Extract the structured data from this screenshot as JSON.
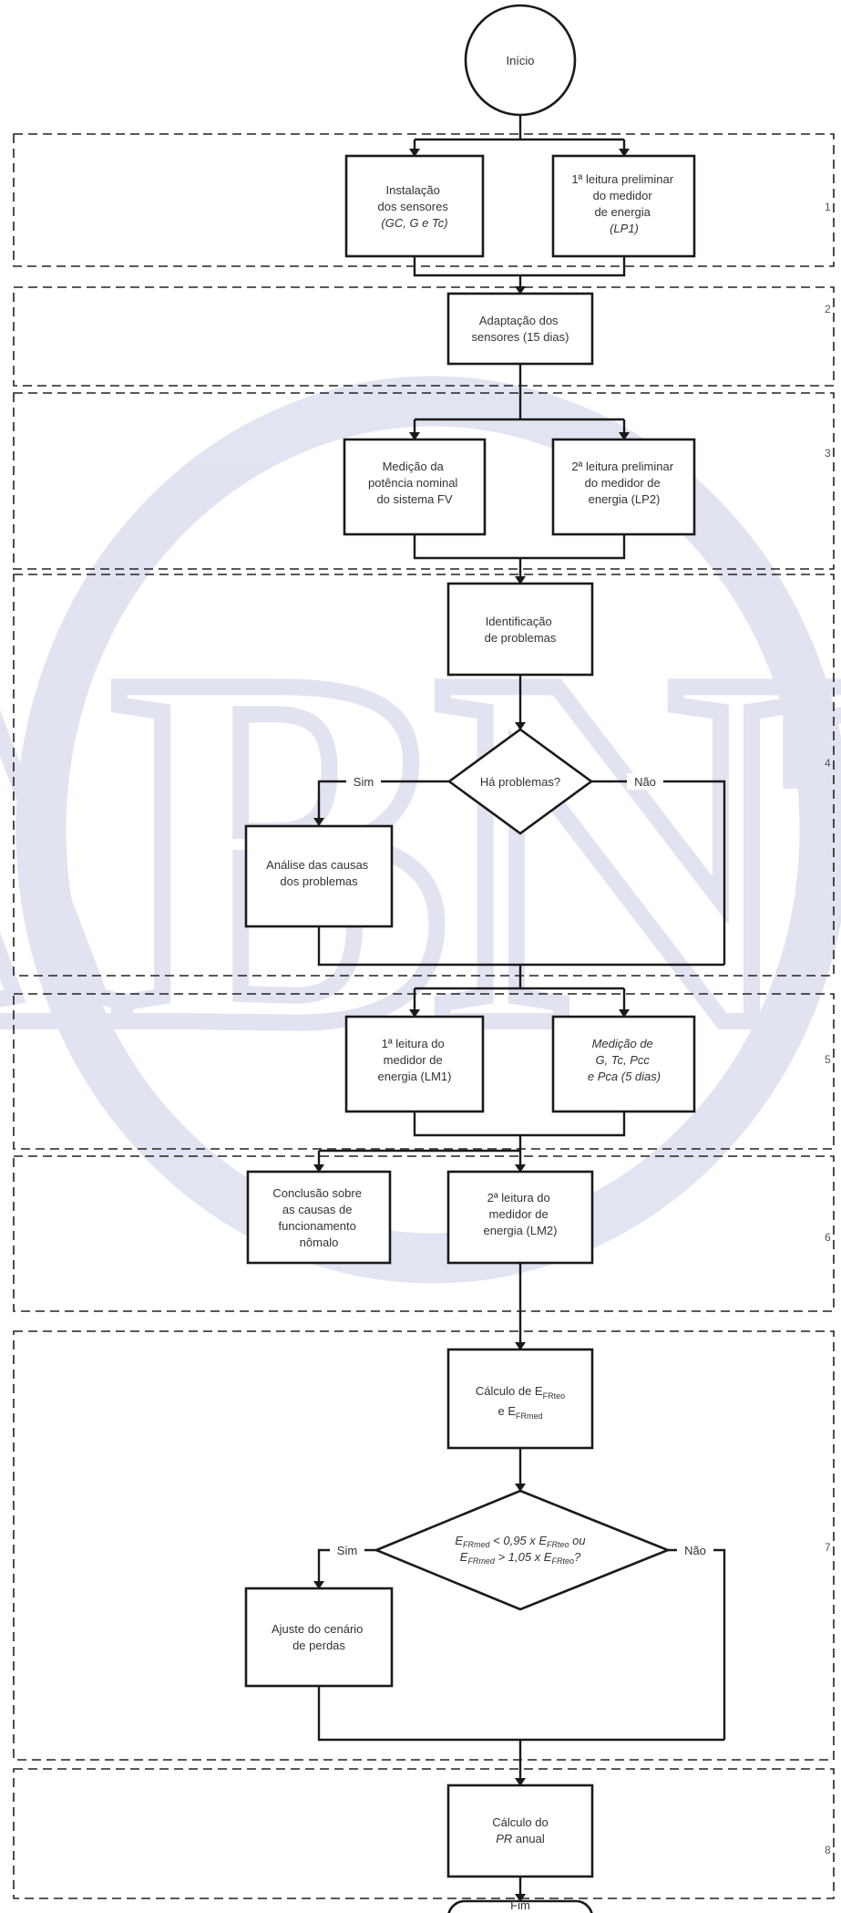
{
  "watermark": {
    "text": "ABNT",
    "color": "#c9cde6"
  },
  "stages": [
    "1",
    "2",
    "3",
    "4",
    "5",
    "6",
    "7",
    "8"
  ],
  "nodes": {
    "start": {
      "label": "Início"
    },
    "install_sensors": {
      "lines": [
        "Instalação",
        "dos sensores",
        "(GC, G e Tc)"
      ]
    },
    "lp1": {
      "lines": [
        "1ª leitura preliminar",
        "do medidor",
        "de energia",
        "(LP1)"
      ]
    },
    "adapt": {
      "lines": [
        "Adaptação dos",
        "sensores (15 dias)"
      ]
    },
    "nominal_power": {
      "lines": [
        "Medição da",
        "potência nominal",
        "do sistema FV"
      ]
    },
    "lp2": {
      "lines": [
        "2ª leitura preliminar",
        "do medidor de",
        "energia (LP2)"
      ]
    },
    "identify": {
      "lines": [
        "Identificação",
        "de problemas"
      ]
    },
    "has_problems": {
      "label": "Há problemas?"
    },
    "analysis": {
      "lines": [
        "Análise das causas",
        "dos problemas"
      ]
    },
    "lm1": {
      "lines": [
        "1ª leitura do",
        "medidor de",
        "energia (LM1)"
      ]
    },
    "measure": {
      "lines": [
        "Medição de",
        "G, Tc, Pcc",
        "e Pca (5 dias)"
      ]
    },
    "conclusion": {
      "lines": [
        "Conclusão sobre",
        "as causas de",
        "funcionamento",
        "nômalo"
      ]
    },
    "lm2": {
      "lines": [
        "2ª leitura do",
        "medidor de",
        "energia (LM2)"
      ]
    },
    "calc_e": {
      "line1_main": "Cálculo de E",
      "line1_sub": "FRteo",
      "line2_main": "e E",
      "line2_sub": "FRmed"
    },
    "deviation": {
      "l1_a": "E",
      "l1_sub1": "FRmed",
      "l1_b": " < 0,95 x E",
      "l1_sub2": "FRteo",
      "l1_c": " ou",
      "l2_a": "E",
      "l2_sub1": "FRmed",
      "l2_b": " > 1,05 x E",
      "l2_sub2": "FRteo",
      "l2_c": "?"
    },
    "adjust": {
      "lines": [
        "Ajuste do cenário",
        "de perdas"
      ]
    },
    "pr": {
      "line1": "Cálculo do",
      "line2_main": "PR",
      "line2_rest": " anual"
    },
    "end": {
      "label": "Fim"
    }
  },
  "edge_labels": {
    "yes_1": "Sim",
    "no_1": "Não",
    "yes_2": "Sim",
    "no_2": "Não"
  }
}
